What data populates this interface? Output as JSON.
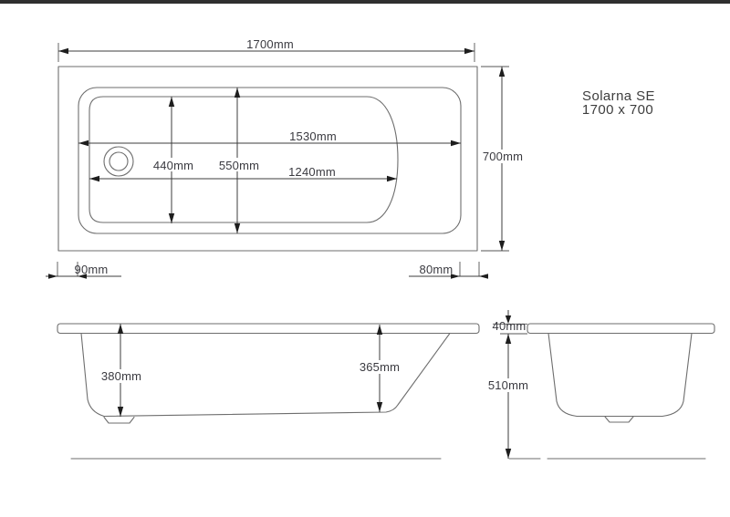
{
  "title": {
    "product_name": "Solarna SE",
    "product_size": "1700 x 700"
  },
  "plan_view": {
    "overall_length": "1700mm",
    "overall_width": "700mm",
    "rim_opening_length": "1530mm",
    "basin_floor_length": "1240mm",
    "basin_floor_width": "440mm",
    "rim_opening_width": "550mm",
    "head_end_rim_offset": "90mm",
    "foot_end_rim_offset": "80mm"
  },
  "side_view": {
    "internal_depth_head_end": "380mm",
    "internal_depth_foot_end": "365mm"
  },
  "end_view": {
    "rim_edge_thickness": "40mm",
    "height_under_rim": "510mm"
  }
}
